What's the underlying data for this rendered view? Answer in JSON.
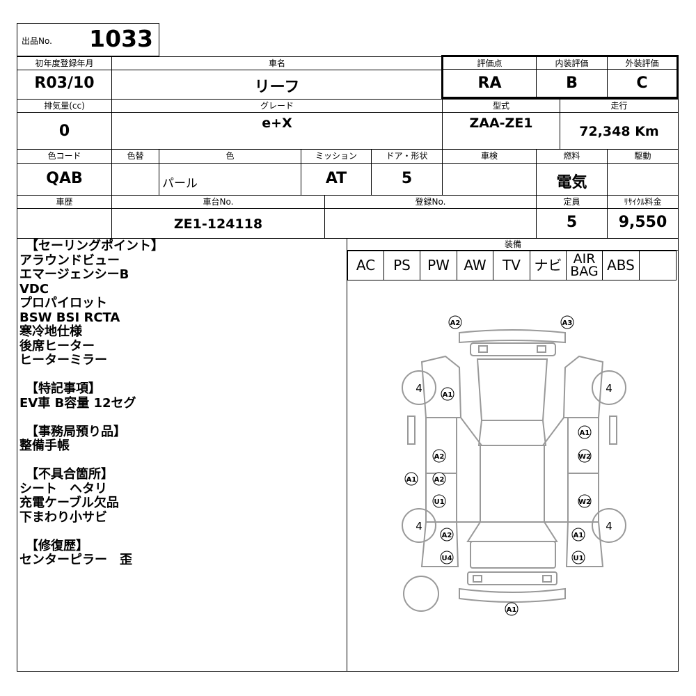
{
  "listing": {
    "label": "出品No.",
    "value": "1033"
  },
  "row1": {
    "reg_label": "初年度登録年月",
    "reg_value": "R03/10",
    "name_label": "車名",
    "name_value": "リーフ",
    "score_label": "評価点",
    "score_value": "RA",
    "int_label": "内装評価",
    "int_value": "B",
    "ext_label": "外装評価",
    "ext_value": "C"
  },
  "row2": {
    "disp_label": "排気量(cc)",
    "disp_value": "0",
    "grade_label": "グレード",
    "grade_value": "e+X",
    "model_label": "型式",
    "model_value": "ZAA-ZE1",
    "mileage_label": "走行",
    "mileage_value": "72,348 Km"
  },
  "row3": {
    "colorcode_label": "色コード",
    "colorcode_value": "QAB",
    "repaint_label": "色替",
    "repaint_value": "",
    "color_label": "色",
    "color_value": "パール",
    "mission_label": "ミッション",
    "mission_value": "AT",
    "door_label": "ドア・形状",
    "door_value": "5",
    "inspection_label": "車検",
    "inspection_value": "",
    "fuel_label": "燃料",
    "fuel_value": "電気",
    "drive_label": "駆動",
    "drive_value": ""
  },
  "row4": {
    "history_label": "車歴",
    "history_value": "",
    "chassis_label": "車台No.",
    "chassis_value": "ZE1-124118",
    "regno_label": "登録No.",
    "regno_value": "",
    "capacity_label": "定員",
    "capacity_value": "5",
    "recycle_label": "ﾘｻｲｸﾙ料金",
    "recycle_value": "9,550"
  },
  "equipment": {
    "label": "装備",
    "items": [
      "AC",
      "PS",
      "PW",
      "AW",
      "TV",
      "ナビ",
      "AIR",
      "BAG",
      "ABS"
    ]
  },
  "notes": [
    "　【セーリングポイント】",
    "アラウンドビュー",
    "エマージェンシーB",
    "VDC",
    "プロパイロット",
    "BSW BSI RCTA",
    "寒冷地仕様",
    "後席ヒーター",
    "ヒーターミラー",
    "",
    "　【特記事項】",
    "EV車 B容量 12セグ",
    "",
    "　【事務局預り品】",
    "整備手帳",
    "",
    "　【不具合箇所】",
    "シート　ヘタリ",
    "充電ケーブル欠品",
    "下まわり小サビ",
    "",
    "　【修復歴】",
    "センターピラー　歪"
  ],
  "diagram": {
    "tire_marks": [
      "4",
      "4",
      "4",
      "4"
    ],
    "damage_marks": [
      "A2",
      "A3",
      "A1",
      "A1",
      "W2",
      "A2",
      "A1",
      "A2",
      "U1",
      "W2",
      "A2",
      "A1",
      "U4",
      "U1",
      "A1"
    ]
  }
}
